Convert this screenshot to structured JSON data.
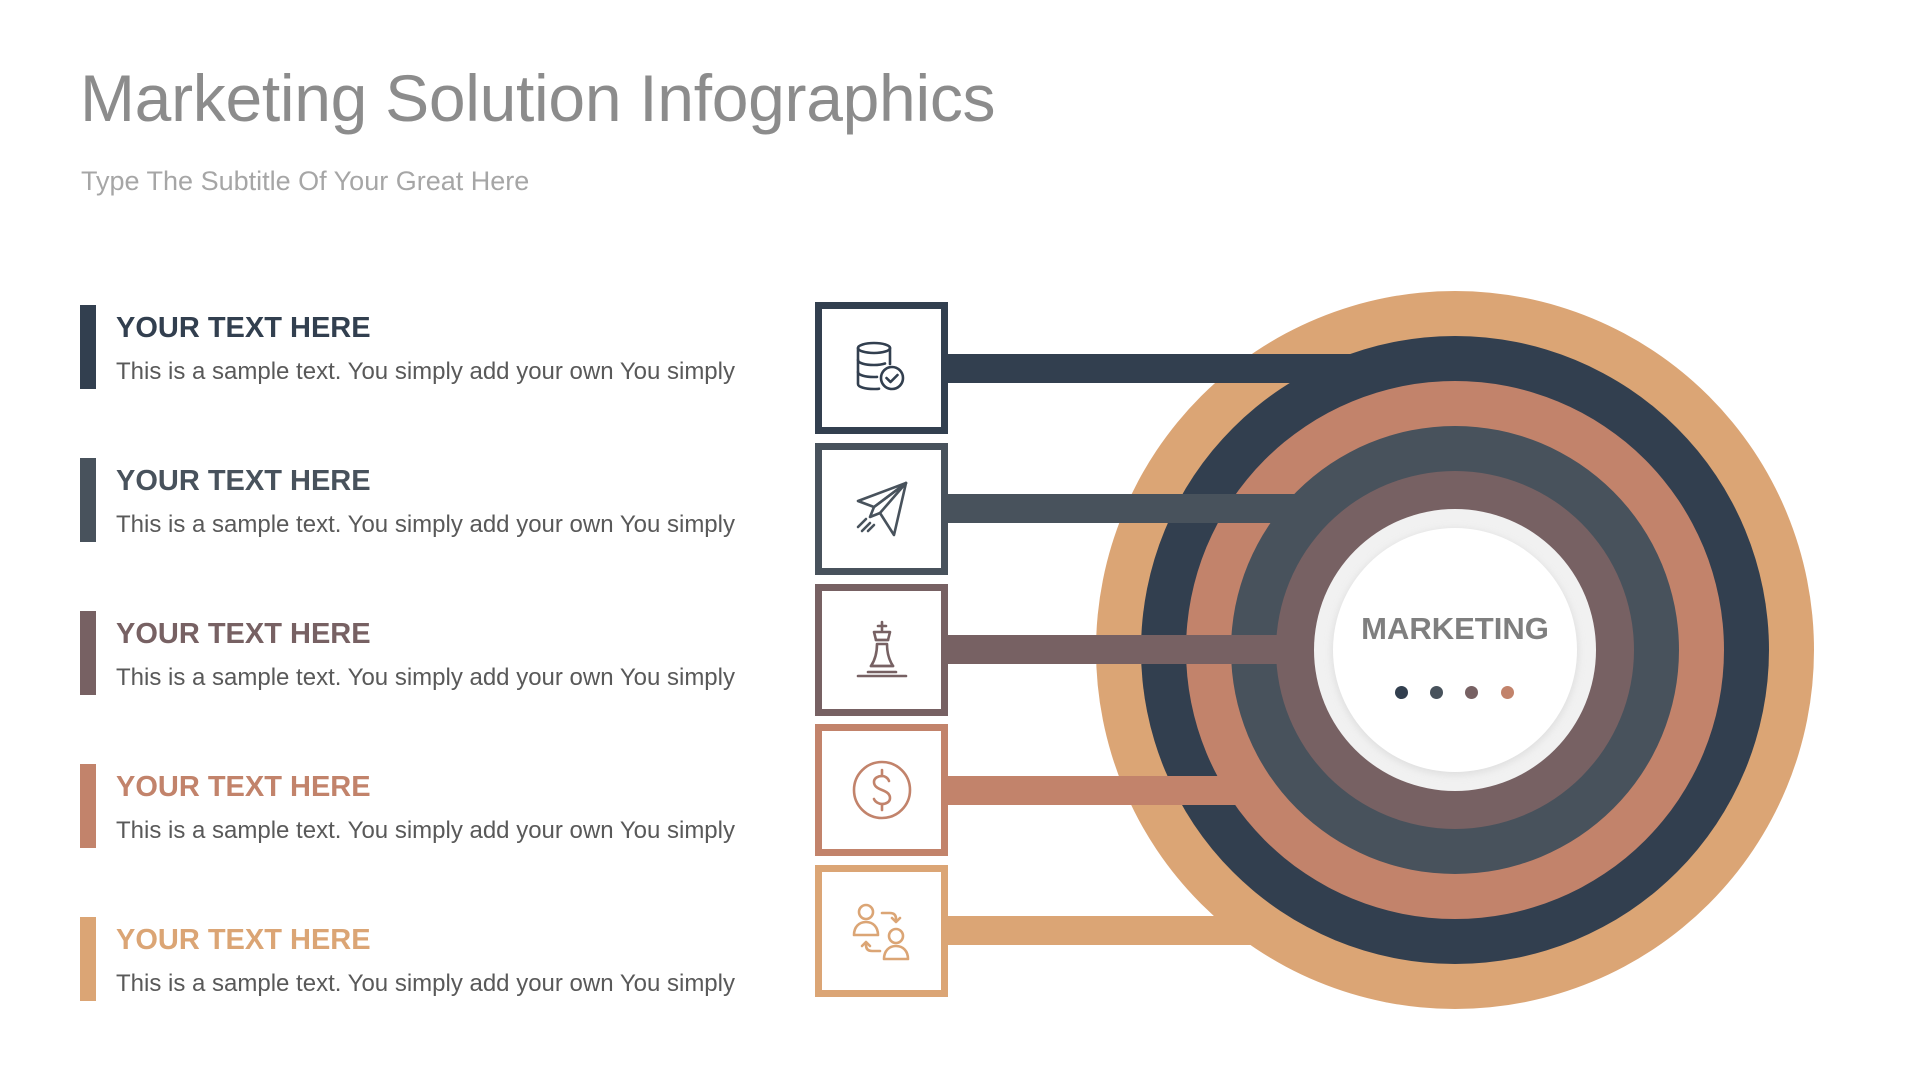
{
  "header": {
    "title": "Marketing Solution Infographics",
    "subtitle": "Type The Subtitle Of Your Great Here"
  },
  "colors": {
    "dark_navy": "#323f4f",
    "slate": "#48525c",
    "mauve": "#776163",
    "salmon": "#c2836b",
    "tan": "#dba575",
    "title_gray": "#8c8c8c",
    "body_gray": "#595959"
  },
  "items": [
    {
      "heading": "YOUR TEXT HERE",
      "body": "This is a sample text. You simply add your own You simply",
      "color": "#323f4f",
      "icon": "database-check-icon"
    },
    {
      "heading": "YOUR TEXT HERE",
      "body": "This is a sample text. You simply add your own You simply",
      "color": "#48525c",
      "icon": "paper-plane-icon"
    },
    {
      "heading": "YOUR TEXT HERE",
      "body": "This is a sample text. You simply add your own You simply",
      "color": "#776163",
      "icon": "chess-king-icon"
    },
    {
      "heading": "YOUR TEXT HERE",
      "body": "This is a sample text. You simply add your own You simply",
      "color": "#c2836b",
      "icon": "dollar-coin-icon"
    },
    {
      "heading": "YOUR TEXT HERE",
      "body": "This is a sample text. You simply add your own You simply",
      "color": "#dba575",
      "icon": "user-exchange-icon"
    }
  ],
  "center": {
    "label": "MARKETING",
    "dots": [
      "#323f4f",
      "#48525c",
      "#776163",
      "#c2836b"
    ]
  }
}
